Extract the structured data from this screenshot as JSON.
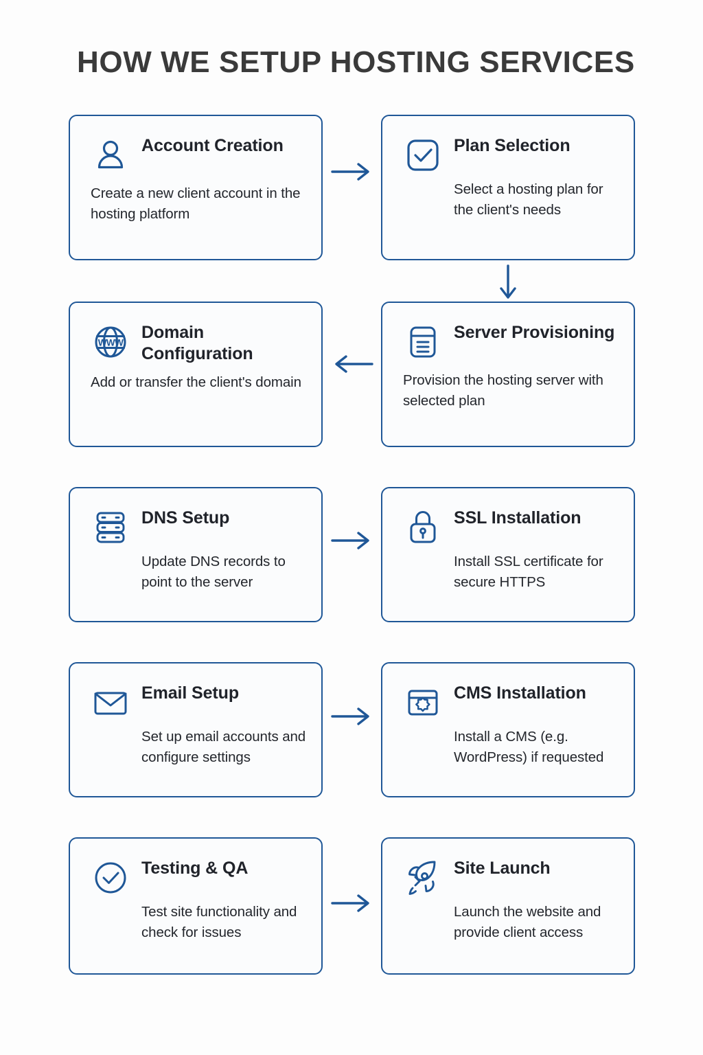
{
  "page": {
    "title": "HOW WE SETUP HOSTING SERVICES",
    "accent_color": "#1f5797",
    "title_color": "#3a3a3a",
    "background_color": "#fdfdfd",
    "card_background_color": "#fbfcfd"
  },
  "steps": [
    {
      "id": "account-creation",
      "icon": "user-icon",
      "title": "Account Creation",
      "description": "Create a new client account in the hosting platform"
    },
    {
      "id": "plan-selection",
      "icon": "check-square-icon",
      "title": "Plan Selection",
      "description": "Select a hosting plan for the client's needs"
    },
    {
      "id": "domain-configuration",
      "icon": "globe-www-icon",
      "icon_text": "WWW",
      "title": "Domain Configuration",
      "description": "Add or transfer the client's domain"
    },
    {
      "id": "server-provisioning",
      "icon": "server-icon",
      "title": "Server Provisioning",
      "description": "Provision the hosting server with selected plan"
    },
    {
      "id": "dns-setup",
      "icon": "server-rack-icon",
      "title": "DNS Setup",
      "description": "Update DNS records to point to the server"
    },
    {
      "id": "ssl-installation",
      "icon": "lock-icon",
      "title": "SSL Installation",
      "description": "Install SSL certificate for secure HTTPS"
    },
    {
      "id": "email-setup",
      "icon": "envelope-icon",
      "title": "Email Setup",
      "description": "Set up email accounts and configure settings"
    },
    {
      "id": "cms-installation",
      "icon": "browser-star-icon",
      "title": "CMS Installation",
      "description": "Install a CMS (e.g. WordPress) if requested"
    },
    {
      "id": "testing-qa",
      "icon": "check-circle-icon",
      "title": "Testing & QA",
      "description": "Test site functionality and check for issues"
    },
    {
      "id": "site-launch",
      "icon": "rocket-icon",
      "title": "Site Launch",
      "description": "Launch the website and provide client access"
    }
  ],
  "connectors": [
    {
      "id": "account-to-plan",
      "direction": "right"
    },
    {
      "id": "plan-to-server",
      "direction": "down"
    },
    {
      "id": "server-to-domain",
      "direction": "left"
    },
    {
      "id": "dns-to-ssl",
      "direction": "right"
    },
    {
      "id": "email-to-cms",
      "direction": "right"
    },
    {
      "id": "testing-to-launch",
      "direction": "right"
    }
  ]
}
